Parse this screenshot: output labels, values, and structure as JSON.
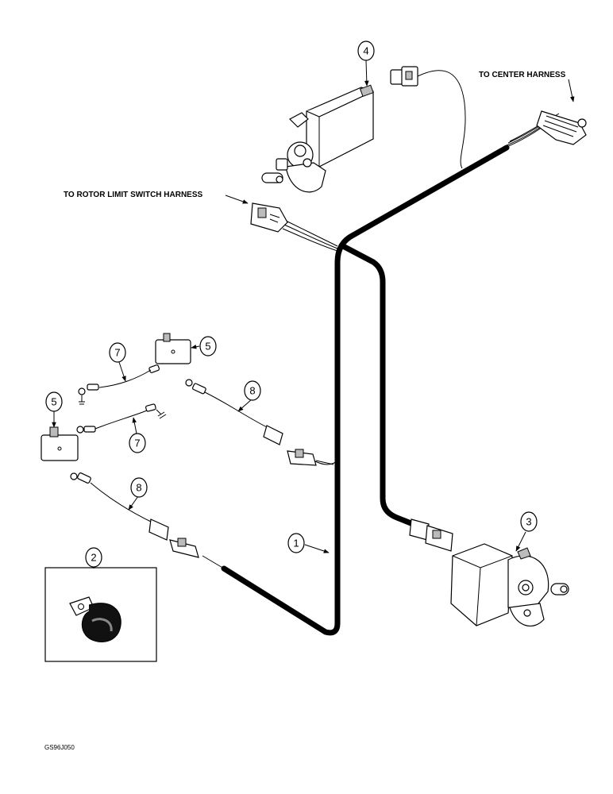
{
  "labels": {
    "center_harness": "TO CENTER HARNESS",
    "rotor_harness": "TO ROTOR LIMIT SWITCH HARNESS"
  },
  "callouts": [
    "1",
    "2",
    "3",
    "4",
    "5",
    "5",
    "7",
    "7",
    "8",
    "8"
  ],
  "drawing_code": "GS96J050"
}
